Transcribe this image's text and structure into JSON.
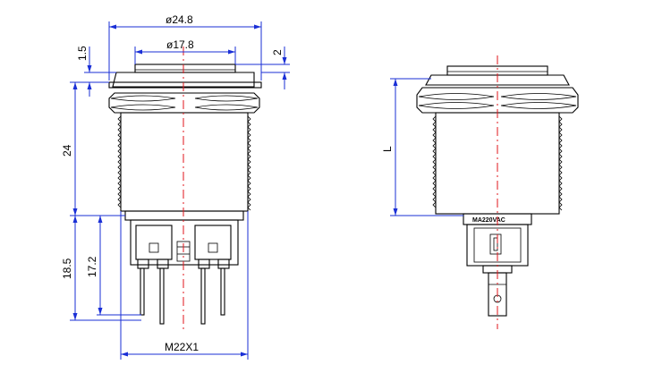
{
  "dimensions": {
    "head_diameter": "ø24.8",
    "lens_diameter": "ø17.8",
    "bezel_height": "1.5",
    "lens_height": "2",
    "body_length": "24",
    "terminal_length": "18.5",
    "pin_length": "17.2",
    "thread": "M22X1",
    "side_length": "L"
  },
  "labels": {
    "voltage_marking": "MA220VAC"
  }
}
